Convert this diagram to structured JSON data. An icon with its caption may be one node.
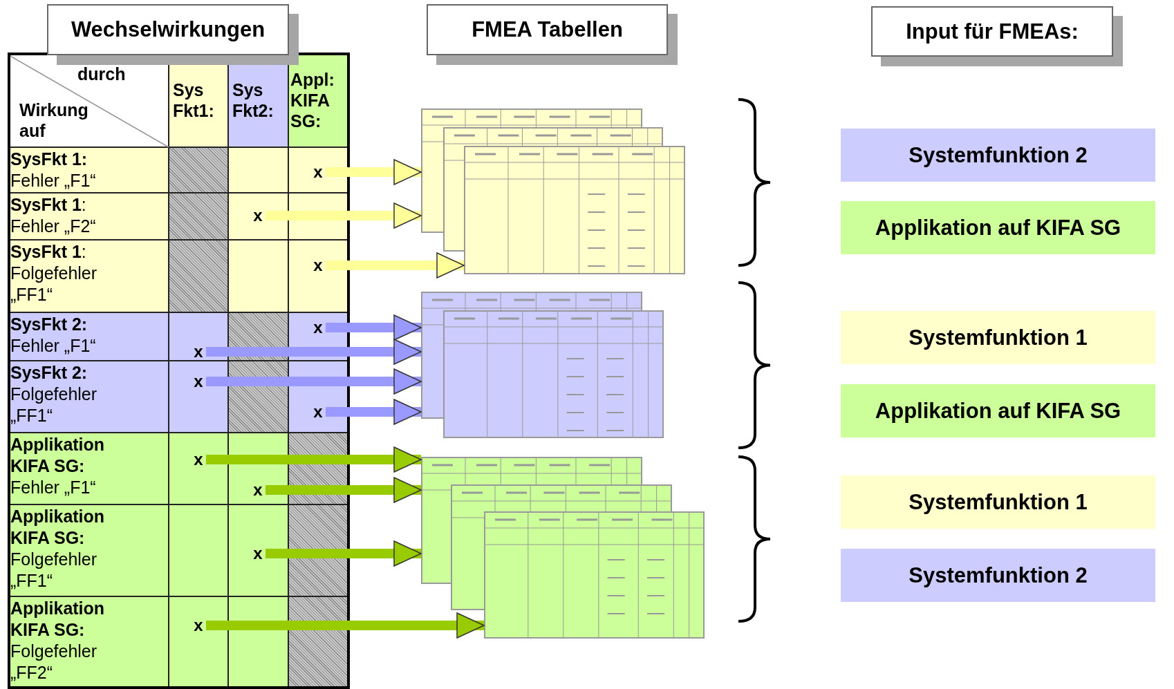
{
  "diagram": {
    "nodes": [
      {
        "text": [
          "Wechselwirkungen"
        ]
      },
      {
        "text": [
          "FMEA Tabellen"
        ]
      },
      {
        "text": [
          "Input für FMEAs:"
        ]
      },
      {
        "text": [
          "x"
        ]
      },
      {
        "text": [
          "x"
        ]
      },
      {
        "text": [
          "x"
        ]
      },
      {
        "text": [
          "x"
        ]
      },
      {
        "text": [
          "x"
        ]
      },
      {
        "text": [
          "x"
        ]
      },
      {
        "text": [
          "x"
        ]
      },
      {
        "text": [
          "x"
        ]
      },
      {
        "text": [
          "x"
        ]
      },
      {
        "text": [
          "x"
        ]
      },
      {
        "text": [
          "x"
        ]
      },
      {
        "text": [],
        "shape": "picture"
      },
      {
        "text": [],
        "shape": "picture"
      },
      {
        "text": [],
        "shape": "picture"
      },
      {
        "text": [],
        "shape": "picture"
      },
      {
        "text": [],
        "shape": "picture"
      },
      {
        "text": [],
        "shape": "picture"
      },
      {
        "text": [],
        "shape": "picture"
      },
      {
        "text": [],
        "shape": "picture"
      },
      {
        "text": [
          "Systemfunktion 2"
        ]
      },
      {
        "text": [
          "Applikation auf KIFA SG"
        ]
      },
      {
        "text": [
          "Systemfunktion 1"
        ]
      },
      {
        "text": [
          "Applikation auf KIFA SG"
        ]
      },
      {
        "text": [
          "Systemfunktion 1"
        ]
      },
      {
        "text": [
          "Systemfunktion 2"
        ]
      }
    ],
    "edges": [
      {
        "from": 3,
        "to": 14,
        "arrow": "to",
        "color": "#ffff99"
      },
      {
        "from": 4,
        "to": 14,
        "arrow": "to",
        "color": "#ffff99"
      },
      {
        "from": 5,
        "to": 16,
        "arrow": "to",
        "color": "#ffff99"
      },
      {
        "from": 6,
        "to": 17,
        "arrow": "to",
        "color": "#9999ff"
      },
      {
        "from": 7,
        "to": 17,
        "arrow": "to",
        "color": "#9999ff"
      },
      {
        "from": 8,
        "to": 17,
        "arrow": "to",
        "color": "#9999ff"
      },
      {
        "from": 9,
        "to": 17,
        "arrow": "to",
        "color": "#9999ff"
      },
      {
        "from": 10,
        "to": 19,
        "arrow": "to",
        "color": "#99cc00"
      },
      {
        "from": 11,
        "to": 19,
        "arrow": "to",
        "color": "#99cc00"
      },
      {
        "from": 12,
        "to": 19,
        "arrow": "to",
        "color": "#99cc00"
      },
      {
        "from": 13,
        "to": 21,
        "arrow": "to",
        "color": "#99cc00"
      }
    ],
    "labels": [
      "durch",
      "Wirkung auf",
      "Sys Fkt1:",
      "Sys Fkt2:",
      "Appl: KIFA SG:",
      "**SysFkt 1:** Fehler „F1“",
      "**SysFkt 1**: Fehler „F2“",
      "**SysFkt 1**: Folgefehler „FF1“",
      "**SysFkt 2:** Fehler „F1“",
      "**SysFkt 2:** Folgefehler „FF1“",
      "**Applikation KIFA SG:** Fehler „F1“",
      "**Applikation KIFA SG:** Folgefehler „FF1“",
      "**Applikation KIFA SG:** Folgefehler „FF2“"
    ]
  }
}
